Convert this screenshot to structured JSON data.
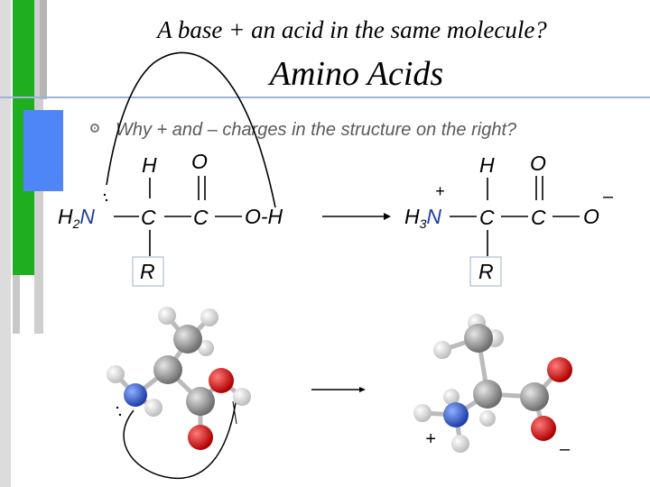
{
  "slide": {
    "title_line1": "A base + an acid  in the same molecule?",
    "title_line2": "Amino Acids",
    "bullet": "Why + and – charges in the structure on the right?"
  },
  "left_structure": {
    "h": "H",
    "o": "O",
    "h2n_h": "H",
    "h2n_sub": "2",
    "h2n_n": "N",
    "c1": "C",
    "c2": "C",
    "oh": "O-H",
    "r": "R"
  },
  "right_structure": {
    "h": "H",
    "o": "O",
    "plus": "+",
    "h3n_h": "H",
    "h3n_sub": "3",
    "h3n_n": "N",
    "c1": "C",
    "c2": "C",
    "o_minus": "O",
    "minus": "–",
    "r": "R"
  },
  "models": {
    "plus_label": "+",
    "minus_label": "–"
  },
  "colors": {
    "accent_green": "#1fae1f",
    "accent_blue": "#4f86f7",
    "atom_oxygen": "#e21515",
    "atom_nitrogen": "#3b6fe0",
    "atom_carbon": "#a8a8a8",
    "atom_hydrogen": "#f2f2f2"
  }
}
